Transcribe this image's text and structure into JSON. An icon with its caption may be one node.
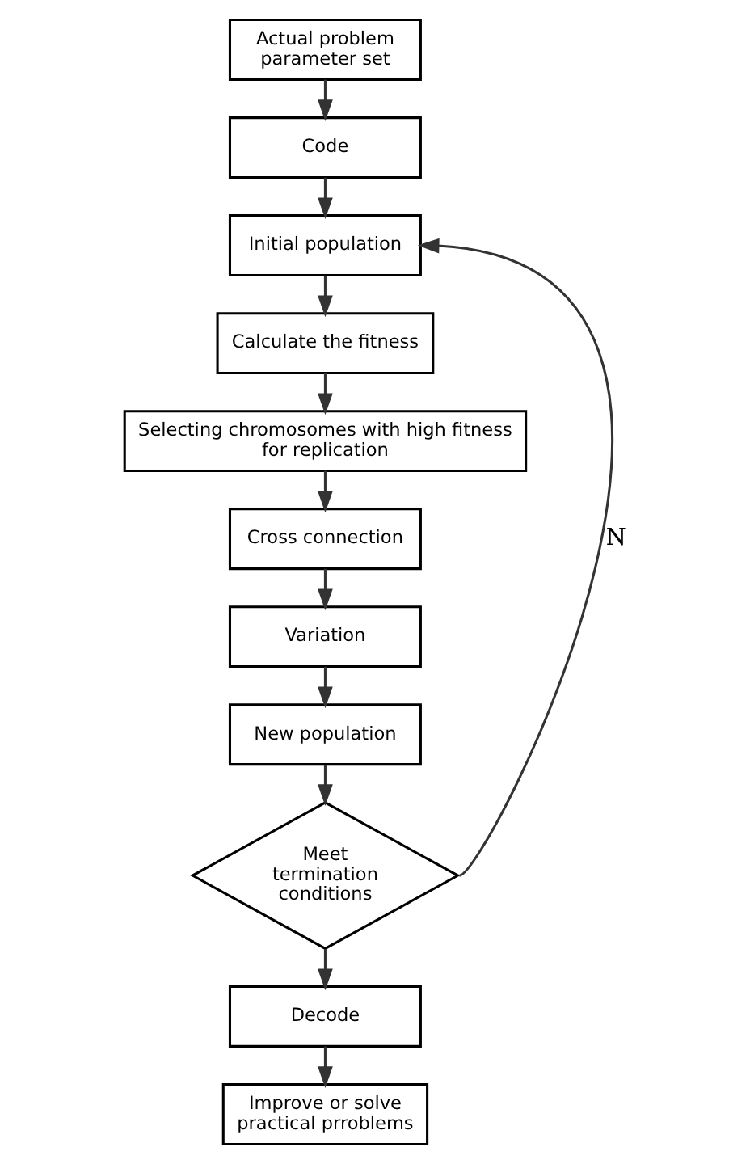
{
  "diagram": {
    "nodes": [
      {
        "text": [
          "Actual problem parameter set"
        ]
      },
      {
        "text": [
          "Code"
        ]
      },
      {
        "text": [
          "Initial population"
        ]
      },
      {
        "text": [
          "Calculate the fitness"
        ]
      },
      {
        "text": [
          "Selecting chromosomes with high fitness for replication"
        ]
      },
      {
        "text": [
          "Cross connection"
        ]
      },
      {
        "text": [
          "Variation"
        ]
      },
      {
        "text": [
          "New population"
        ]
      },
      {
        "text": [
          "Meet termination conditions"
        ]
      },
      {
        "text": [
          "Decode"
        ]
      },
      {
        "text": [
          "Improve or solve practical prroblems"
        ]
      }
    ],
    "edges": [
      {
        "from": 0,
        "to": 1,
        "arrow": "to"
      },
      {
        "from": 1,
        "to": 2,
        "arrow": "to"
      },
      {
        "from": 2,
        "to": 3,
        "arrow": "to"
      },
      {
        "from": 3,
        "to": 4,
        "arrow": "to"
      },
      {
        "from": 4,
        "to": 5,
        "arrow": "to"
      },
      {
        "from": 5,
        "to": 6,
        "arrow": "to"
      },
      {
        "from": 6,
        "to": 7,
        "arrow": "to"
      },
      {
        "from": 7,
        "to": 8,
        "arrow": "to"
      },
      {
        "from": 8,
        "to": 2,
        "arrow": "to",
        "label": "N"
      },
      {
        "from": 8,
        "to": 9,
        "arrow": "to"
      },
      {
        "from": 9,
        "to": 10,
        "arrow": "to"
      }
    ]
  }
}
